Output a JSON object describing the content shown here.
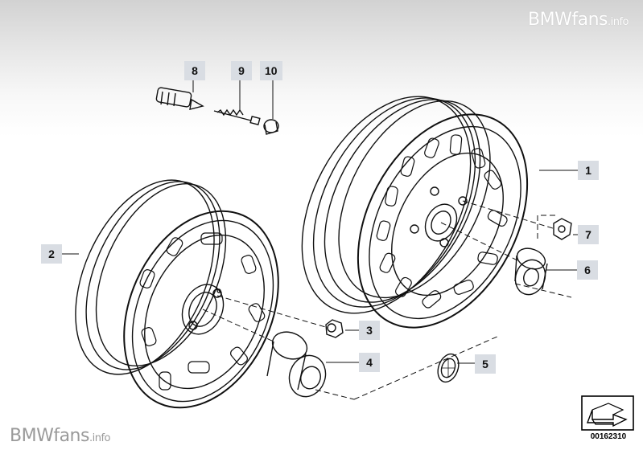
{
  "watermarks": {
    "top_brand": "BMWfans",
    "top_suffix": ".info",
    "bottom_brand": "BMWfans",
    "bottom_suffix": ".info"
  },
  "callouts": [
    {
      "id": "1",
      "label": "1"
    },
    {
      "id": "2",
      "label": "2"
    },
    {
      "id": "3",
      "label": "3"
    },
    {
      "id": "4",
      "label": "4"
    },
    {
      "id": "5",
      "label": "5"
    },
    {
      "id": "6",
      "label": "6"
    },
    {
      "id": "7",
      "label": "7"
    },
    {
      "id": "8",
      "label": "8"
    },
    {
      "id": "9",
      "label": "9"
    },
    {
      "id": "10",
      "label": "10"
    }
  ],
  "diagram_number": "00162310",
  "colors": {
    "callout_bg": "#d9dde3",
    "line": "#111111"
  },
  "icons": [
    "forward-arrow-icon",
    "bmw-roundel-icon"
  ]
}
